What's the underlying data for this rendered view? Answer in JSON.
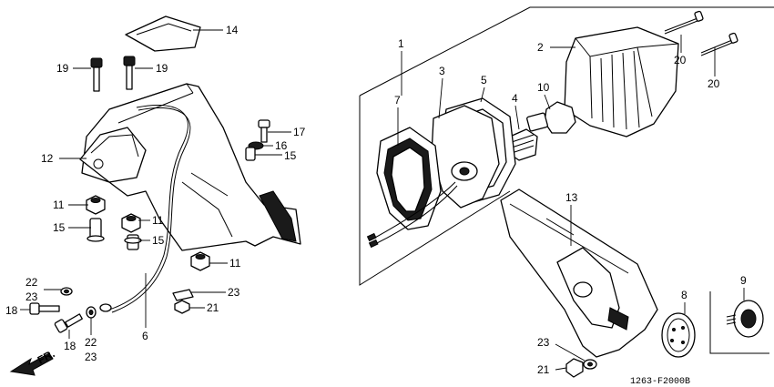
{
  "diagram": {
    "code": "1263-F2000B",
    "direction": "FR.",
    "callouts": {
      "c1": "1",
      "c2": "2",
      "c3": "3",
      "c4": "4",
      "c5": "5",
      "c6": "6",
      "c7": "7",
      "c8": "8",
      "c9": "9",
      "c10": "10",
      "c11": "11",
      "c12": "12",
      "c13": "13",
      "c14": "14",
      "c15": "15",
      "c16": "16",
      "c17": "17",
      "c18": "18",
      "c19": "19",
      "c20": "20",
      "c21": "21",
      "c22": "22",
      "c23": "23"
    }
  }
}
